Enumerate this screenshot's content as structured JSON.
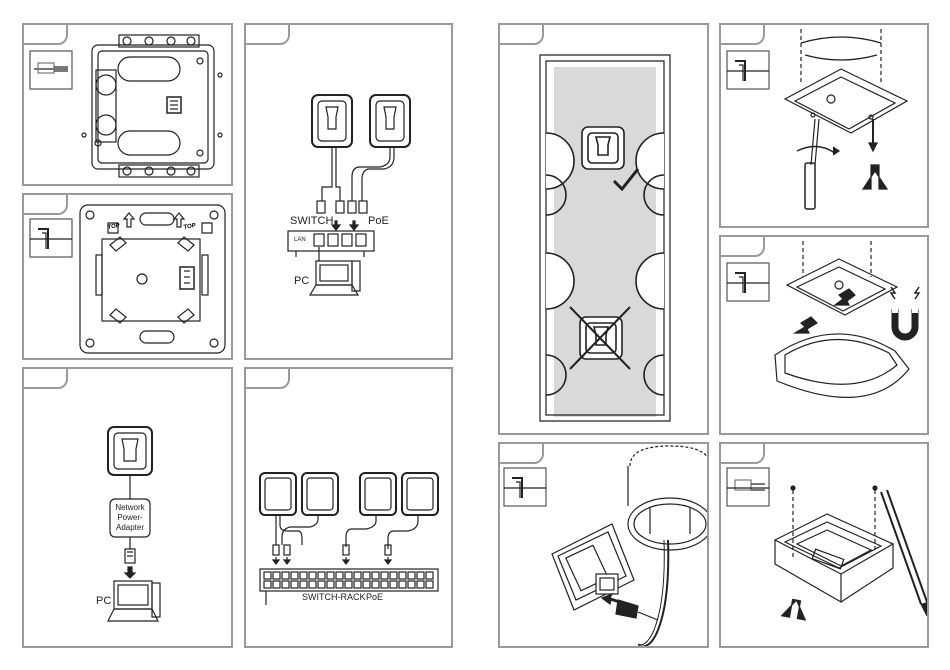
{
  "labels": {
    "switch": "SWITCH",
    "poe": "PoE",
    "lan": "LAN",
    "pc": "PC",
    "top": "TOP",
    "network_power_adapter_1": "Network",
    "network_power_adapter_2": "Power-",
    "network_power_adapter_3": "Adapter",
    "switch_rack": "SWITCH-RACK",
    "switch_rack_poe": "PoE"
  },
  "icons": {
    "tool_icon": "screwdriver-icon",
    "magnet_icon": "magnet-icon",
    "check_icon": "check-mark-icon",
    "cross_icon": "cross-mark-icon"
  },
  "colors": {
    "panel_border": "#9a9a9a",
    "line": "#222222",
    "ceiling_area": "#d9d9d9"
  }
}
